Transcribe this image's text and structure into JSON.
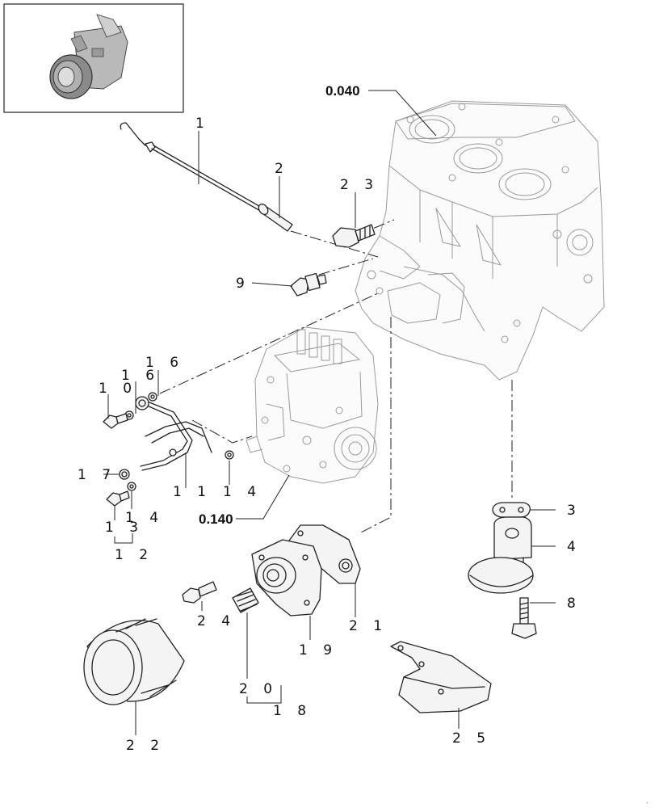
{
  "refs": {
    "block": "0.040",
    "pump": "0.140"
  },
  "callouts": {
    "c1": "1",
    "c2": "2",
    "c23": "2 3",
    "c9": "9",
    "c16a": "1 6",
    "c16b": "1 6",
    "c10": "1 0",
    "c17": "1 7",
    "c11": "1 1",
    "c14a": "1 4",
    "c14b": "1 4",
    "c13": "1 3",
    "c12": "1 2",
    "c3": "3",
    "c4": "4",
    "c8": "8",
    "c24": "2 4",
    "c21": "2 1",
    "c19": "1 9",
    "c20": "2 0",
    "c18": "1 8",
    "c22": "2 2",
    "c25": "2 5"
  },
  "corner_mark": "."
}
